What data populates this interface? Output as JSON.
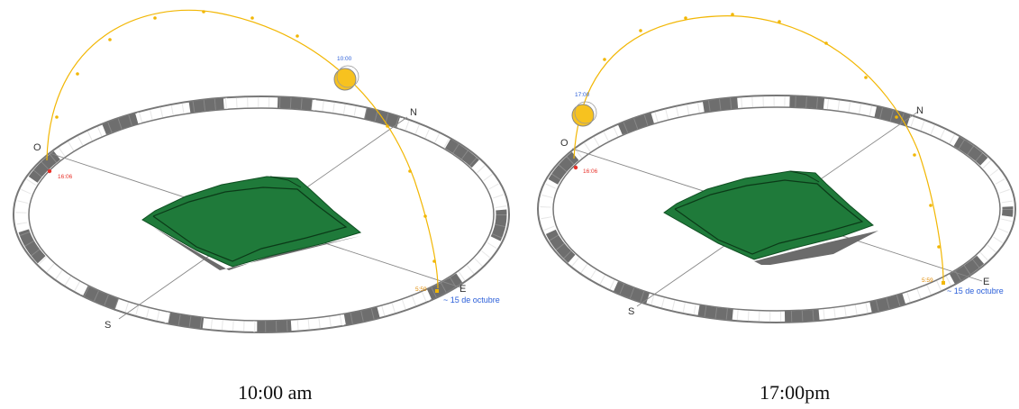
{
  "panels": [
    {
      "caption": "10:00 am",
      "sun_time": "10:00",
      "sunset_time": "16:06",
      "sunrise_time": "5:59",
      "date_label": "15 de octubre",
      "compass": {
        "north": "N",
        "south": "S",
        "east": "E",
        "west": "O"
      }
    },
    {
      "caption": "17:00pm",
      "sun_time": "17:00",
      "sunset_time": "16:06",
      "sunrise_time": "5:59",
      "date_label": "15 de octubre",
      "compass": {
        "north": "N",
        "south": "S",
        "east": "E",
        "west": "O"
      }
    }
  ],
  "colors": {
    "sun": "#f7c21f",
    "sun_path": "#f2b705",
    "terrain": "#1f7a3a",
    "terrain_dark": "#0f4f22",
    "shadow": "#6b6b6b",
    "ring_dark": "#6e6e6e",
    "sunset_marker": "#e8322a",
    "time_label": "#2b5fd9"
  }
}
